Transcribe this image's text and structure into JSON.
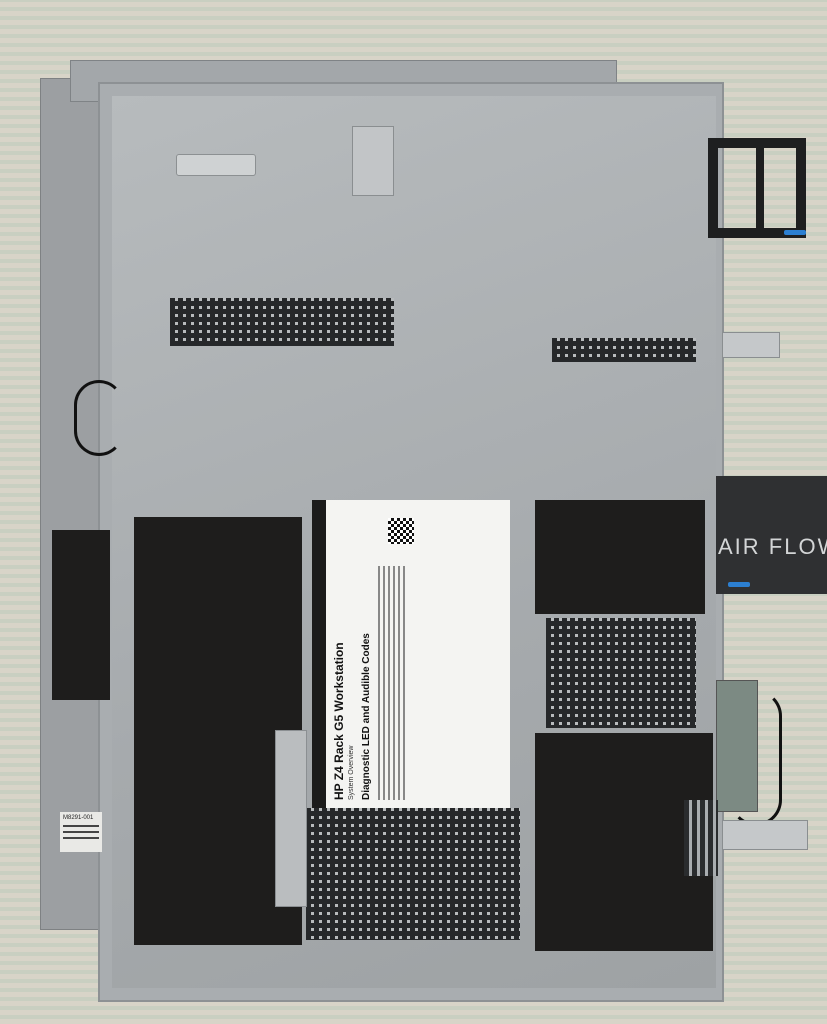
{
  "scene": {
    "description_tag": "photo",
    "label": {
      "brand": "HP Z4 Rack G5 Workstation",
      "section": "System Overview",
      "title": "Diagnostic LED and Audible Codes"
    },
    "duct_text": "AIR FLOW",
    "sticker_text": "M8291-001"
  }
}
